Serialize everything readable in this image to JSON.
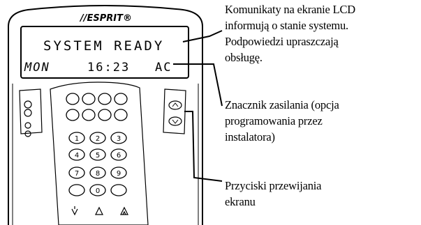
{
  "keypad": {
    "brand": "//ESPRIT®",
    "lcd_line1": "SYSTEM READY",
    "lcd_line2_day": "MON",
    "lcd_line2_time": "16:23",
    "lcd_line2_power": "AC",
    "function_keys_row1": [
      "",
      "",
      "",
      ""
    ],
    "function_keys_row2": [
      "",
      "",
      "",
      ""
    ],
    "number_keys": [
      "1",
      "2",
      "3",
      "4",
      "5",
      "6",
      "7",
      "8",
      "9",
      "",
      "0",
      ""
    ]
  },
  "callouts": {
    "lcd_messages": {
      "lines": [
        "Komunikaty na ekranie LCD",
        "informują o stanie systemu.",
        "Podpowiedzi upraszczają",
        "obsługę."
      ]
    },
    "power_indicator": {
      "lines": [
        "Znacznik zasilania (opcja",
        "programowania przez",
        "instalatora)"
      ]
    },
    "scroll_buttons": {
      "lines": [
        "Przyciski przewijania",
        "ekranu"
      ]
    }
  }
}
